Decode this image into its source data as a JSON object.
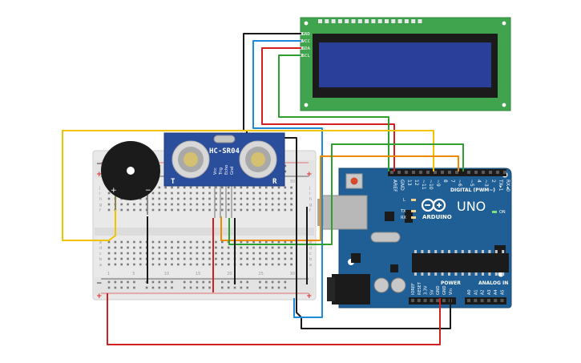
{
  "lcd": {
    "pins": [
      "GND",
      "VCC",
      "SDA",
      "SCL"
    ]
  },
  "ultrasonic": {
    "model": "HC-SR04",
    "pins": [
      "Vcc",
      "Trig",
      "Echo",
      "Gnd"
    ],
    "side_left": "T",
    "side_right": "R"
  },
  "breadboard": {
    "rows": [
      "a",
      "b",
      "c",
      "d",
      "e",
      "f",
      "g",
      "h",
      "i",
      "j"
    ],
    "columns": [
      "1",
      "5",
      "10",
      "15",
      "20",
      "25",
      "30"
    ],
    "rail_plus": "+",
    "rail_minus": "−"
  },
  "buzzer": {
    "plus": "+",
    "minus": "−"
  },
  "arduino": {
    "brand": "ARDUINO",
    "model": "UNO",
    "digital_label": "DIGITAL (PWM~)",
    "power_label": "POWER",
    "analog_label": "ANALOG IN",
    "digital_pins": [
      "AREF",
      "GND",
      "13",
      "12",
      "~11",
      "~10",
      "~9",
      "8",
      "7",
      "~6",
      "~5",
      "4",
      "~3",
      "2",
      "TX▸1",
      "RX◂0"
    ],
    "power_pins": [
      "IOREF",
      "RESET",
      "3.3V",
      "5V",
      "GND",
      "GND",
      "Vin"
    ],
    "analog_pins": [
      "A0",
      "A1",
      "A2",
      "A3",
      "A4",
      "A5"
    ],
    "led_labels": [
      "L",
      "TX",
      "RX",
      "ON"
    ]
  },
  "colors": {
    "arduino_blue": "#1f5f95",
    "lcd_green": "#3fa44d",
    "lcd_screen": "#2a3f9a",
    "sensor_blue": "#2a4d9c",
    "wire_yellow": "#f0c400",
    "wire_orange": "#ee8a00",
    "wire_green": "#2ea02e",
    "wire_red": "#d22020",
    "wire_blue": "#1c8ad8",
    "wire_black": "#1a1a1a"
  }
}
